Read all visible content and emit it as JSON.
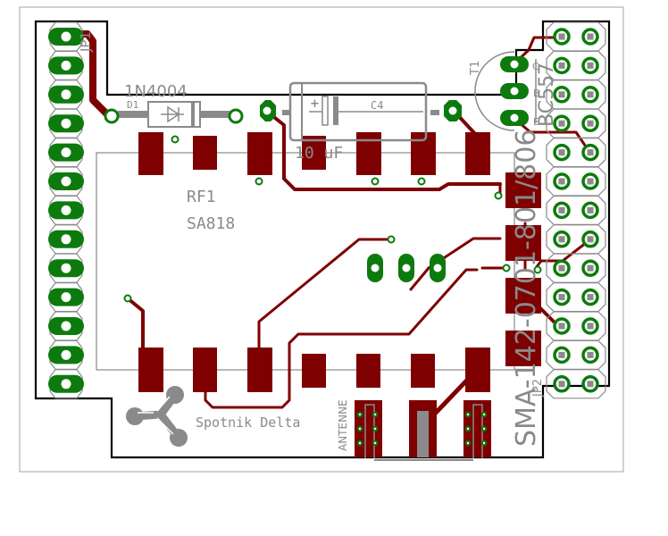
{
  "board": {
    "name": "Spotnik Delta",
    "colors": {
      "copper": "#7f0000",
      "pad_green": "#0d7a0d",
      "silkscreen": "#8a8a8a",
      "outline": "#000000",
      "frame": "#b4b4b4",
      "background": "#ffffff"
    }
  },
  "labels": {
    "jp1": "JP1",
    "d1_value": "1N4004",
    "d1_name": "D1",
    "c4_name": "C4",
    "c4_value": "10 uF",
    "c4_plus": "+",
    "rf1_name": "RF1",
    "rf1_value": "SA818",
    "t1_name": "T1",
    "t1_value": "BC557",
    "t1_pin_c": "C",
    "t1_pin_b": "B",
    "t1_pin_e": "E",
    "sma_part": "SMA-142-0701-801/806",
    "jp2": "JP2",
    "antenne": "ANTENNE",
    "logo_text": "Spotnik Delta"
  },
  "components": [
    {
      "ref": "JP1",
      "type": "pin-header",
      "pins": 13
    },
    {
      "ref": "D1",
      "type": "diode",
      "value": "1N4004"
    },
    {
      "ref": "C4",
      "type": "electrolytic-capacitor",
      "value": "10 uF"
    },
    {
      "ref": "RF1",
      "type": "rf-module",
      "value": "SA818"
    },
    {
      "ref": "T1",
      "type": "transistor",
      "value": "BC557"
    },
    {
      "ref": "JP2",
      "type": "pin-header-2x",
      "pins": 26
    },
    {
      "ref": "ANT",
      "type": "sma-connector",
      "value": "SMA-142-0701-801/806"
    }
  ]
}
